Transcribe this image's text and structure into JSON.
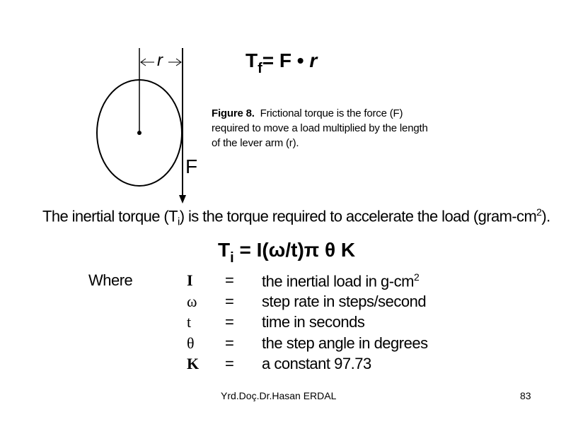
{
  "diagram": {
    "radius_label": "r",
    "force_label": "F"
  },
  "frictional_formula": {
    "lhs": "T",
    "lhs_sub": "f",
    "rhs": "= F • ",
    "rhs_var": "r"
  },
  "figure_caption": {
    "label": "Figure 8.",
    "line1": "Frictional torque is the force (F)",
    "line2": "required to move a load multiplied by the length",
    "line3": "of the lever arm (r)."
  },
  "inertial_statement": {
    "before": "The inertial torque (T",
    "sub": "i",
    "middle": ") is the torque required to accelerate the load (gram-cm",
    "sup": "2",
    "after": ")."
  },
  "inertial_formula": {
    "lhs": "T",
    "lhs_sub": "i",
    "rhs_part1": " = I(ω/t)π θ K"
  },
  "where": {
    "label": "Where",
    "rows": [
      {
        "symbol": "I",
        "eq": "=",
        "desc": "the inertial load in g-cm",
        "sup": "2"
      },
      {
        "symbol": "ω",
        "eq": "=",
        "desc": "step rate in steps/second",
        "sup": ""
      },
      {
        "symbol": "t",
        "eq": "=",
        "desc": "time in seconds",
        "sup": ""
      },
      {
        "symbol": "θ",
        "eq": "=",
        "desc": "the step angle in degrees",
        "sup": ""
      },
      {
        "symbol": "K",
        "eq": "=",
        "desc": "a constant 97.73",
        "sup": ""
      }
    ]
  },
  "footer": {
    "author": "Yrd.Doç.Dr.Hasan ERDAL",
    "page_number": "83"
  }
}
